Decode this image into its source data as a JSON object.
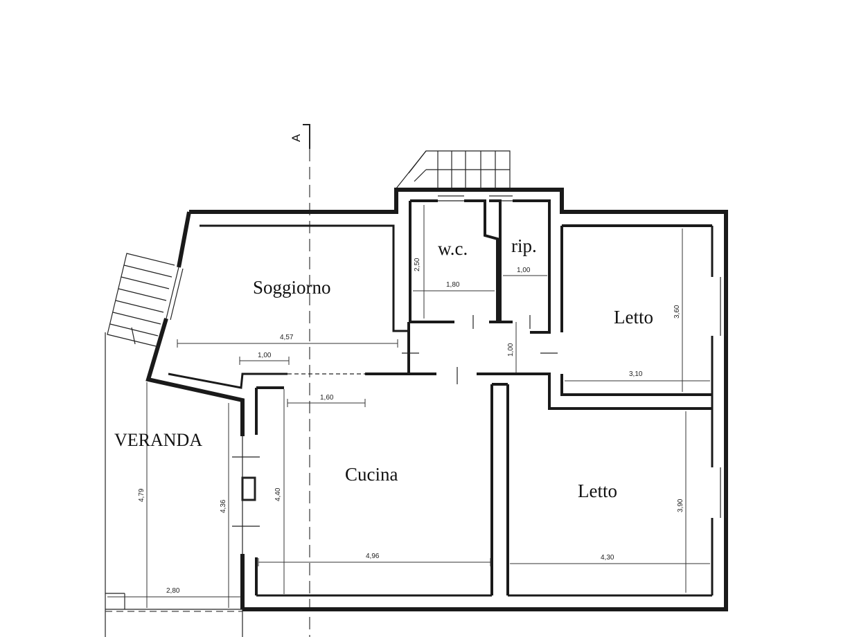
{
  "section_marker": "A",
  "rooms": {
    "soggiorno": "Soggiorno",
    "wc": "w.c.",
    "rip": "rip.",
    "letto_top": "Letto",
    "cucina": "Cucina",
    "letto_bottom": "Letto",
    "veranda": "VERANDA"
  },
  "dimensions": {
    "soggiorno_width": "4,57",
    "door_width": "1,00",
    "opening_width": "1,60",
    "wc_height": "2,50",
    "wc_width": "1,80",
    "rip_width": "1,00",
    "corridor_width": "1,00",
    "letto_top_height": "3,60",
    "letto_top_width": "3,10",
    "veranda_height": "4,79",
    "veranda_inner_height": "4,36",
    "cucina_height": "4,40",
    "cucina_width": "4,96",
    "letto_bottom_height": "3,90",
    "letto_bottom_width": "4,30",
    "veranda_width": "2,80"
  }
}
